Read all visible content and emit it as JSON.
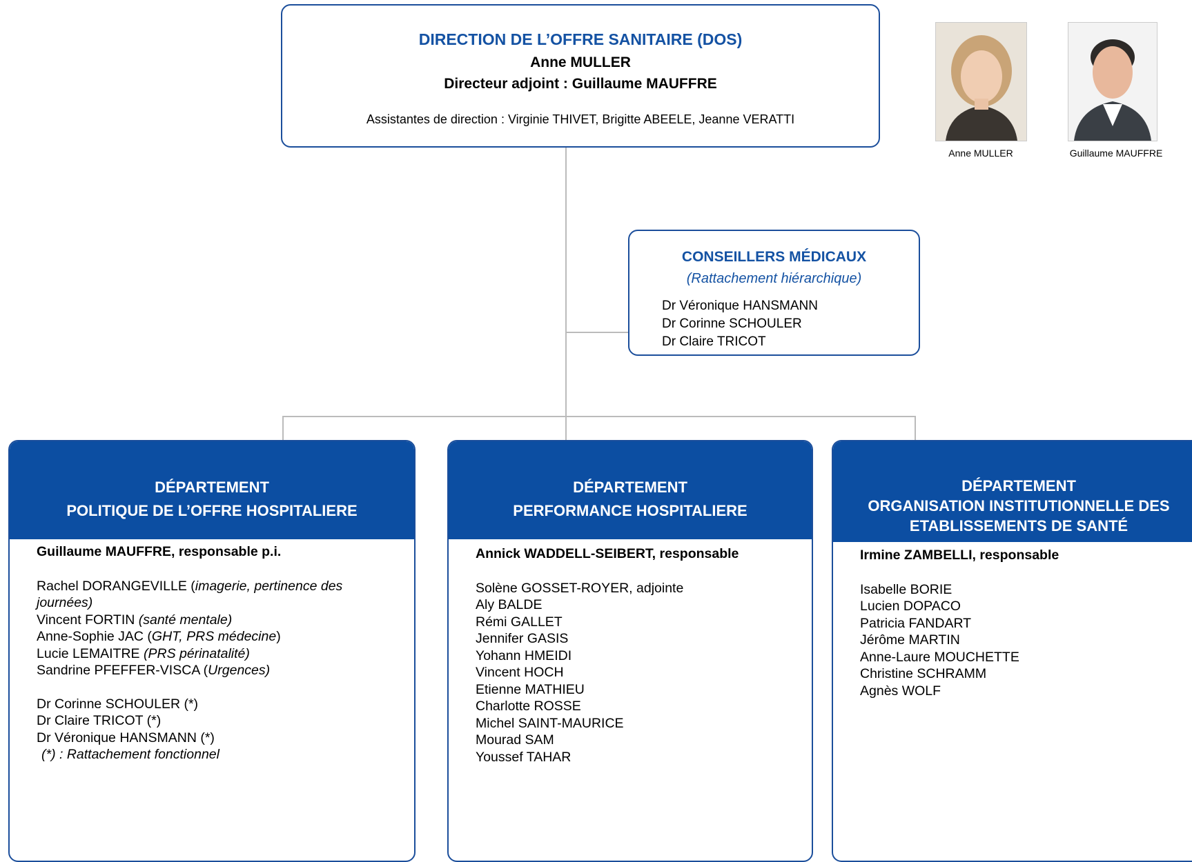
{
  "direction": {
    "title": "DIRECTION DE L’OFFRE SANITAIRE (DOS)",
    "head": "Anne MULLER",
    "deputy_label": "Directeur adjoint : ",
    "deputy_name": "Guillaume MAUFFRE",
    "assistants": "Assistantes de direction : Virginie THIVET, Brigitte ABEELE, Jeanne VERATTI"
  },
  "photos": [
    {
      "caption": "Anne MULLER"
    },
    {
      "caption": "Guillaume MAUFFRE"
    }
  ],
  "medical_advisors": {
    "title": "CONSEILLERS MÉDICAUX",
    "subtitle": "(Rattachement hiérarchique)",
    "members": [
      "Dr Véronique HANSMANN",
      "Dr Corinne SCHOULER",
      "Dr Claire TRICOT"
    ]
  },
  "departments": [
    {
      "title_line1": "DÉPARTEMENT",
      "title_line2": "POLITIQUE DE L’OFFRE HOSPITALIERE",
      "title_line3": "",
      "responsible": "Guillaume MAUFFRE, responsable p.i.",
      "members": [
        {
          "name": "Rachel DORANGEVILLE (",
          "note": "imagerie, pertinence des journées)",
          "tail": ""
        },
        {
          "name": "Vincent FORTIN ",
          "note": "(santé mentale)",
          "tail": ""
        },
        {
          "name": "Anne-Sophie JAC (",
          "note": "GHT, PRS médecine",
          "tail": ")"
        },
        {
          "name": "Lucie LEMAITRE ",
          "note": "(PRS périnatalité)",
          "tail": ""
        },
        {
          "name": "Sandrine PFEFFER-VISCA (",
          "note": "Urgences)",
          "tail": ""
        }
      ],
      "doctors": [
        "Dr Corinne SCHOULER (*)",
        "Dr Claire TRICOT (*)",
        "Dr Véronique HANSMANN (*)"
      ],
      "footnote": "(*) : Rattachement fonctionnel"
    },
    {
      "title_line1": "DÉPARTEMENT",
      "title_line2": "PERFORMANCE HOSPITALIERE",
      "title_line3": "",
      "responsible": "Annick WADDELL-SEIBERT, responsable",
      "members": [
        "Solène GOSSET-ROYER, adjointe",
        "Aly BALDE",
        "Rémi GALLET",
        "Jennifer GASIS",
        "Yohann HMEIDI",
        "Vincent HOCH",
        "Etienne MATHIEU",
        "Charlotte ROSSE",
        "Michel SAINT-MAURICE",
        "Mourad SAM",
        "Youssef TAHAR"
      ]
    },
    {
      "title_line1": "DÉPARTEMENT",
      "title_line2": "ORGANISATION INSTITUTIONNELLE DES",
      "title_line3": "ETABLISSEMENTS DE SANTÉ",
      "responsible": "Irmine ZAMBELLI, responsable",
      "members": [
        "Isabelle BORIE",
        "Lucien DOPACO",
        "Patricia FANDART",
        "Jérôme MARTIN",
        "Anne-Laure MOUCHETTE",
        "Christine SCHRAMM",
        "Agnès WOLF"
      ]
    }
  ],
  "colors": {
    "accent": "#1452a3",
    "header_fill": "#0c4ea2",
    "connector": "#bbbbbb"
  }
}
